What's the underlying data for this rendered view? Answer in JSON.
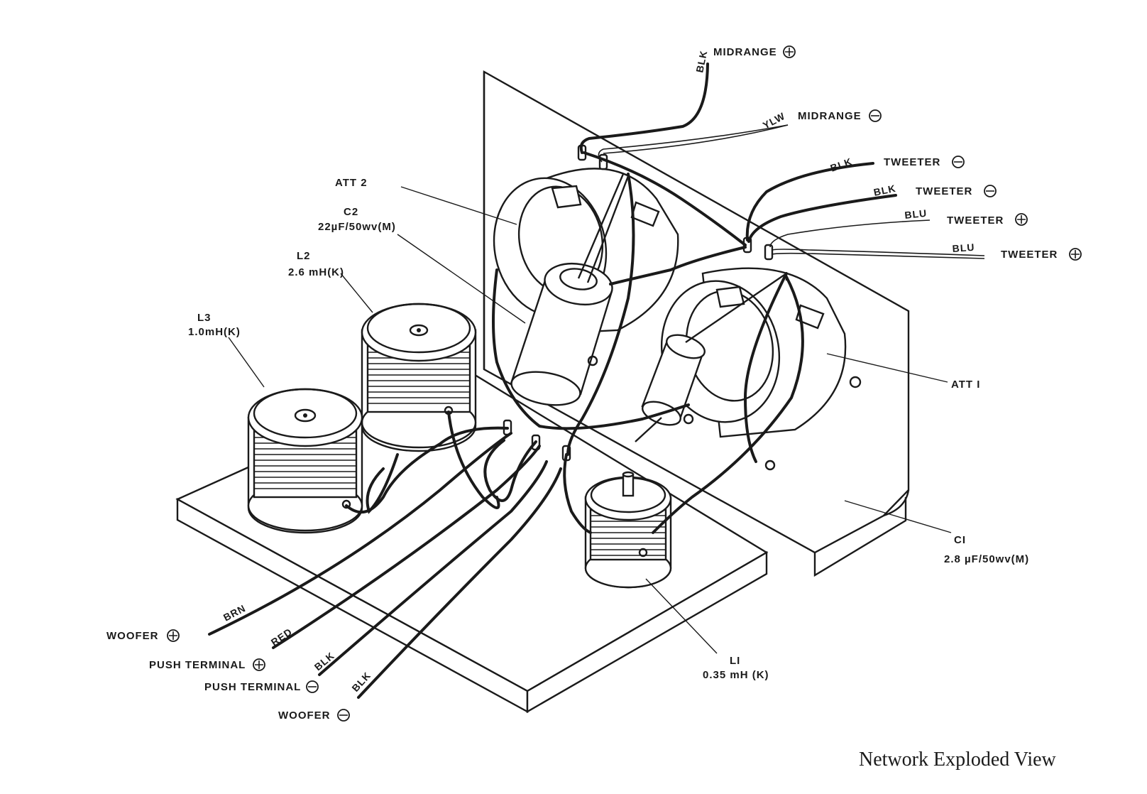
{
  "caption": "Network Exploded View",
  "components": {
    "att2": "ATT 2",
    "att1": "ATT I",
    "c2_name": "C2",
    "c2_value": "22µF/50wv(M)",
    "l2_name": "L2",
    "l2_value": "2.6 mH(K)",
    "l3_name": "L3",
    "l3_value": "1.0mH(K)",
    "c1_name": "CI",
    "c1_value": "2.8 µF/50wv(M)",
    "l1_name": "LI",
    "l1_value": "0.35 mH (K)"
  },
  "terminals": {
    "midrange_pos": "MIDRANGE",
    "midrange_neg": "MIDRANGE",
    "tweeter_neg_1": "TWEETER",
    "tweeter_neg_2": "TWEETER",
    "tweeter_pos_1": "TWEETER",
    "tweeter_pos_2": "TWEETER",
    "woofer_pos": "WOOFER",
    "push_terminal_pos": "PUSH TERMINAL",
    "push_terminal_neg": "PUSH TERMINAL",
    "woofer_neg": "WOOFER"
  },
  "wire_colors": {
    "blk_midrange": "BLK",
    "ylw_midrange": "YLW",
    "blk_tweeter_1": "BLK",
    "blk_tweeter_2": "BLK",
    "blu_tweeter_1": "BLU",
    "blu_tweeter_2": "BLU",
    "brn_woofer": "BRN",
    "red_push": "RED",
    "blk_push": "BLK",
    "blk_woofer": "BLK"
  }
}
